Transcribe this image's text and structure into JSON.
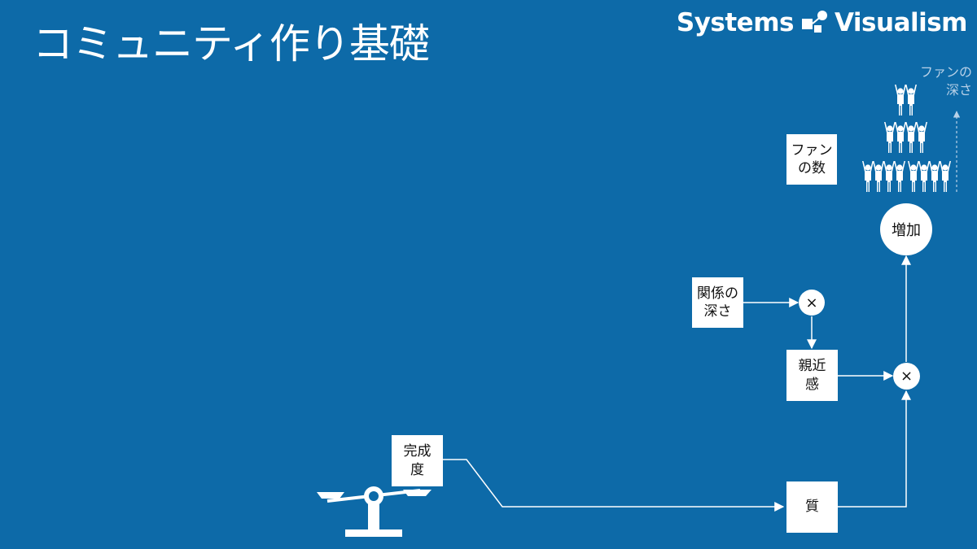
{
  "header": {
    "title": "コミュニティ作り基礎",
    "brand_left": "Systems",
    "brand_right": "Visualism",
    "brand_icon": "systems-visualism-logo-icon"
  },
  "nodes": {
    "fan_count": "ファン\nの数",
    "relationship_depth": "関係の\n深さ",
    "intimacy": "親近\n感",
    "completeness": "完成\n度",
    "quality": "質",
    "increase": "増加",
    "multiply_top": "×",
    "multiply_bottom": "×"
  },
  "annotations": {
    "fan_depth": "ファンの\n深さ"
  },
  "icons": {
    "fans": "fan-pyramid-icon",
    "scale": "balance-scale-icon"
  },
  "colors": {
    "background": "#0d6aa8",
    "foreground": "#ffffff",
    "muted_label": "#b8d1e8"
  }
}
